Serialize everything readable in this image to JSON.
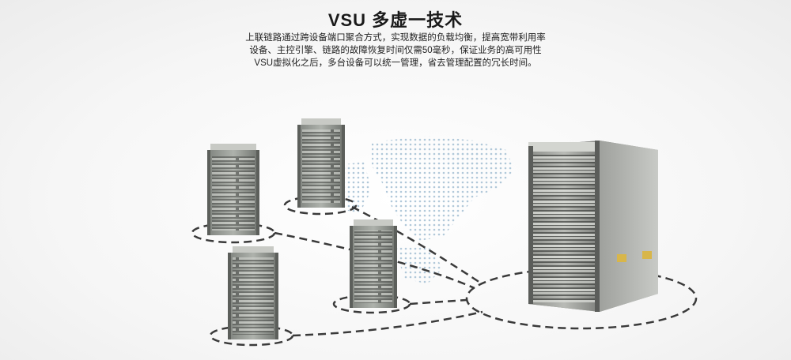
{
  "title": "VSU 多虚一技术",
  "description": [
    "上联链路通过跨设备端口聚合方式，实现数据的负载均衡，提高宽带利用率",
    "设备、主控引擎、链路的故障恢复时间仅需50毫秒，保证业务的高可用性",
    "VSU虚拟化之后，多台设备可以统一管理，省去管理配置的冗长时间。"
  ],
  "illustration": {
    "small_switches": 4,
    "large_switch": 1,
    "background": "world-map-dots",
    "link_style": "dashed-ellipse"
  },
  "colors": {
    "text": "#1a1a1a",
    "map_dots": "#a9c3d6",
    "chassis": "#9a9c98",
    "dashed_link": "#3a3a3a"
  }
}
